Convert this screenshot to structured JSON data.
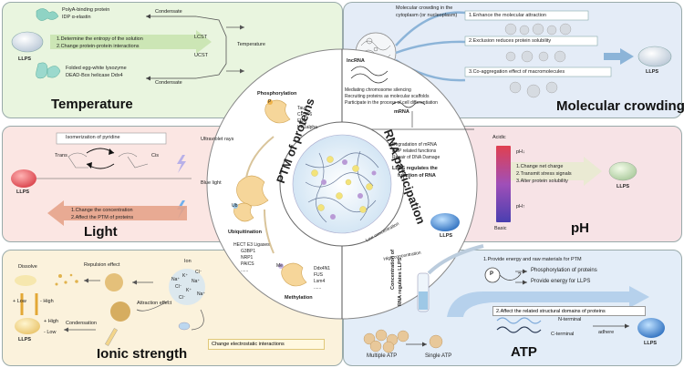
{
  "temperature": {
    "title": "Temperature",
    "protein_top": [
      "PolyA-binding protein",
      "IDP α-elastin"
    ],
    "condensate_top": "Condensate",
    "lcst": "LCST",
    "ucst": "UCST",
    "temperature_label": "Temperature",
    "points": [
      "1.Determine the entropy of the solution",
      "2.Change protein-protein interactions"
    ],
    "protein_bottom": [
      "Folded egg-white lysozyme",
      "DEAD-Box helicase Ddx4"
    ],
    "condensate_bottom": "Condensate",
    "llps": "LLPS"
  },
  "crowding": {
    "title": "Molecular crowding",
    "caption": [
      "Molecular crowding in the",
      "cytoplasm (or nucleoplasm)"
    ],
    "points": [
      "1.Enhance the molecular attraction",
      "2.Exclusion reduces protein solubility",
      "3.Co-aggregation effect of macromolecules"
    ],
    "llps": "LLPS"
  },
  "light": {
    "title": "Light",
    "isomerization": "Isomerization of pyridine",
    "uv": "Ultraviolet rays",
    "trans": "Trans",
    "cis": "Cis",
    "blue": "Blue light",
    "points": [
      "1.Change the concentration",
      "2.Affect the PTM of proteins"
    ],
    "llps": "LLPS"
  },
  "ph": {
    "title": "pH",
    "acidic": "Acidic",
    "basic": "Basic",
    "ph_down": "pH↓",
    "ph_up": "pH↑",
    "points": [
      "1.Change net charge",
      "2.Transmit stress signals",
      "3.Alter protein solubility"
    ],
    "llps": "LLPS"
  },
  "ionic": {
    "title": "Ionic strength",
    "dissolve": "Dissolve",
    "repulsion": "Repulsion effect",
    "ion": "Ion",
    "attraction": "Attraction effect",
    "condensation": "Condensation",
    "plus_low": "+ Low",
    "minus_high": "- High",
    "plus_high": "+ High",
    "minus_low": "- Low",
    "llps": "LLPS",
    "note": "Change electrostatic interactions",
    "ions": [
      "K⁺",
      "Na⁺",
      "Cl⁻",
      "K⁺",
      "Na⁺",
      "Cl⁻",
      "Na⁺",
      "Cl⁻"
    ]
  },
  "atp": {
    "title": "ATP",
    "point1": "1.Provide energy and raw materials for PTM",
    "p": "P",
    "phos": "Phosphorylation of proteins",
    "energy": "Provide energy for LLPS",
    "point2": "2.Affect the related structural domains of proteins",
    "nterm": "N-terminal",
    "cterm": "C-terminal",
    "adhere": "adhere",
    "multiple": "Multiple ATP",
    "single": "Single ATP",
    "llps": "LLPS"
  },
  "ptm": {
    "label": "PTM of proteins",
    "phosphorylation": "Phosphorylation",
    "phos_list": [
      "Tau",
      "CPSF6",
      "FUS",
      "HP1alpha"
    ],
    "ubiquitination": "Ubiquitination",
    "ubi_list": [
      "HECT E3 Ligases",
      "G3BP1",
      "NRP1",
      "PAICS",
      "......"
    ],
    "methylation": "Methylation",
    "meth_list": [
      "Ddx4N1",
      "FUS",
      "Lsm4",
      "......"
    ],
    "p_mark": "P",
    "u_mark": "Ub",
    "m_mark": "Me"
  },
  "rna": {
    "label": "RNA participation",
    "lncrna": "lncRNA",
    "lnc_list": [
      "Mediating chromosome silencing",
      "Recruiting proteins as molecular scaffolds",
      "Participate in the process of cell differentiation"
    ],
    "mrna": "mRNA",
    "m_list": [
      "Degradation of mRNA",
      "RBP related functions",
      "Repair of DNA Damage"
    ],
    "regulates": [
      "LLPS regulates the",
      "function of RNA"
    ],
    "low": "Low concentration",
    "high": "High concentration",
    "conc": [
      "Concentration of",
      "RNA regulates LLPS"
    ],
    "llps": "LLPS"
  },
  "colors": {
    "temp_bg": "#e9f5df",
    "crowd_bg": "#e4ecf7",
    "light_bg": "#fbe6e3",
    "ph_bg": "#f7e3e6",
    "ionic_bg": "#fbf2dc",
    "atp_bg": "#e3edf8"
  }
}
